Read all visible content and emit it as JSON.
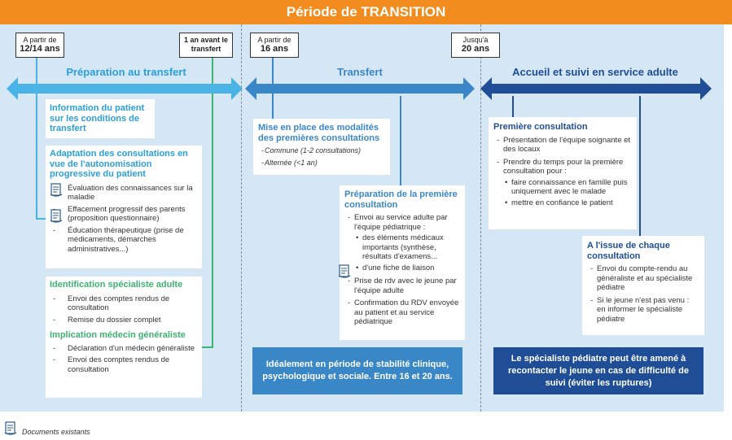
{
  "header": {
    "title": "Période de TRANSITION"
  },
  "colors": {
    "orange": "#f28c1e",
    "light_blue": "#4ab3e6",
    "mid_blue": "#3a87c8",
    "dark_blue": "#1f4e96",
    "green": "#3cb371"
  },
  "tags": {
    "t1": {
      "small": "A partir de",
      "big": "12/14 ans"
    },
    "t2": {
      "big": "1 an avant le transfert"
    },
    "t3": {
      "small": "A partir de",
      "big": "16 ans"
    },
    "t4": {
      "small": "Jusqu'à",
      "big": "20 ans"
    }
  },
  "phases": {
    "p1": "Préparation au transfert",
    "p2": "Transfert",
    "p3": "Accueil et suivi en service adulte"
  },
  "col1": {
    "info_title": "Information du patient sur les conditions de transfert",
    "adapt_title": "Adaptation des consultations en vue de l'autonomisation progressive du patient",
    "adapt_items": [
      "Évaluation des connaissances sur la maladie",
      "Effacement progressif des parents (proposition questionnaire)",
      "Éducation thérapeutique (prise de médicaments, démarches administratives...)"
    ],
    "ident_title": "Identification spécialiste adulte",
    "ident_items": [
      "Envoi des comptes rendus de consultation",
      "Remise du dossier complet"
    ],
    "impl_title": "Implication médecin généraliste",
    "impl_items": [
      "Déclaration d'un médecin généraliste",
      "Envoi des comptes rendus de consultation"
    ]
  },
  "col2": {
    "modal_title": "Mise en place des modalités des premières consultations",
    "modal_items": [
      "Commune (1-2 consultations)",
      "Alternée (<1 an)"
    ],
    "prep_title": "Préparation de la première consultation",
    "prep_item1": "Envoi au service adulte par l'équipe pédiatrique :",
    "prep_sub1": "des éléments médicaux importants (synthèse, résultats d'examens...",
    "prep_sub2": "d'une fiche de liaison",
    "prep_item2": "Prise de rdv avec le jeune par l'équipe adulte",
    "prep_item3": "Confirmation du RDV envoyée au patient et au service pédiatrique",
    "footer": "Idéalement en période de stabilité clinique, psychologique et sociale. Entre 16 et 20 ans."
  },
  "col3": {
    "first_title": "Première consultation",
    "first_item1": "Présentation de l'équipe soignante et des locaux",
    "first_item2": "Prendre du temps pour la première consultation pour :",
    "first_sub1": "faire connaissance en famille puis uniquement avec le malade",
    "first_sub2": "mettre en confiance le patient",
    "issue_title": "A l'issue de chaque consultation",
    "issue_items": [
      "Envoi du compte-rendu au généraliste et au spécialiste pédiatre",
      "Si le jeune n'est pas venu : en informer le spécialiste pédiatre"
    ],
    "footer": "Le spécialiste pédiatre peut être amené à recontacter le jeune en cas de difficulté de suivi (éviter les ruptures)"
  },
  "legend": {
    "label": "Documents existants"
  }
}
